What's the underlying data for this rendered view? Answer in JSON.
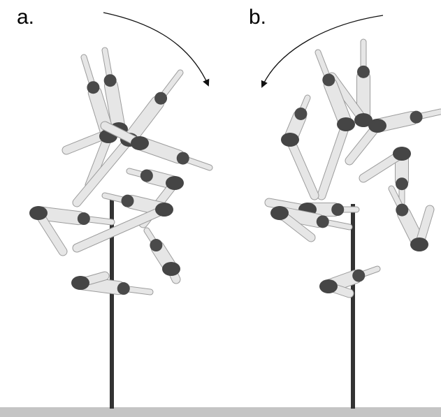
{
  "panels": [
    {
      "label": "a."
    },
    {
      "label": "b."
    }
  ],
  "colors": {
    "bar": "#333333",
    "floor": "#c4c4c4",
    "limb": "#e6e6e6",
    "limb_edge": "#9c9c9c",
    "shorts": "#454545",
    "head": "#4a4a4a",
    "arrow": "#111111"
  },
  "icons": [
    "rotation-arrow-clockwise",
    "rotation-arrow-counterclockwise"
  ]
}
